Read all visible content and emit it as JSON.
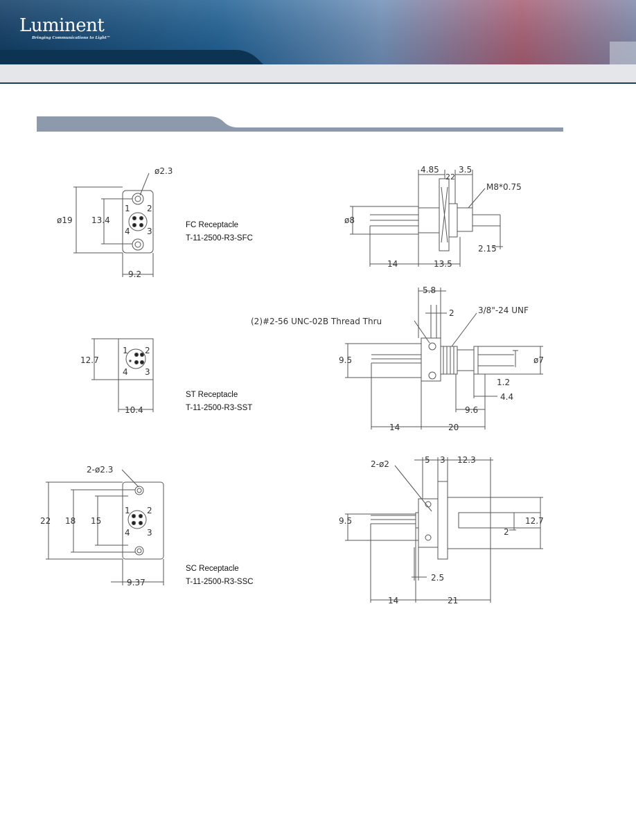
{
  "header": {
    "brand": "Luminent",
    "tagline": "Bringing Communications to Light™"
  },
  "drawings": {
    "fc": {
      "name": "FC Receptacle",
      "part": "T-11-2500-R3-SFC",
      "dims": {
        "hole": "ø2.3",
        "height": "ø19",
        "pitch": "13.4",
        "width": "9.2",
        "pin1": "1",
        "pin2": "2",
        "pin3": "3",
        "pin4": "4"
      }
    },
    "st": {
      "name": "ST Receptacle",
      "part": "T-11-2500-R3-SST",
      "dims": {
        "height": "12.7",
        "width": "10.4",
        "pin1": "1",
        "pin2": "2",
        "pin3": "3",
        "pin4": "4"
      }
    },
    "sc": {
      "name": "SC Receptacle",
      "part": "T-11-2500-R3-SSC",
      "dims": {
        "hole": "2-ø2.3",
        "outer": "22",
        "mid": "18",
        "inner": "15",
        "width": "9.37",
        "pin1": "1",
        "pin2": "2",
        "pin3": "3",
        "pin4": "4"
      }
    },
    "fc_side": {
      "d1": "4.85",
      "d2": "22",
      "d3": "3.5",
      "thread": "M8*0.75",
      "dia": "ø8",
      "d4": "2.15",
      "lead": "14",
      "body": "13.5"
    },
    "st_side": {
      "d1": "5.8",
      "d2": "2",
      "screw": "(2)#2-56 UNC-02B Thread Thru",
      "thread": "3/8\"-24 UNF",
      "height": "9.5",
      "dia": "ø7",
      "d3": "1.2",
      "d4": "4.4",
      "d5": "9.6",
      "lead": "14",
      "body": "20"
    },
    "sc_side": {
      "hole": "2-ø2",
      "d1": "5",
      "d2": "3",
      "d3": "12.3",
      "height": "9.5",
      "outer": "12.7",
      "d4": "2",
      "d5": "2.5",
      "lead": "14",
      "body": "21"
    }
  }
}
